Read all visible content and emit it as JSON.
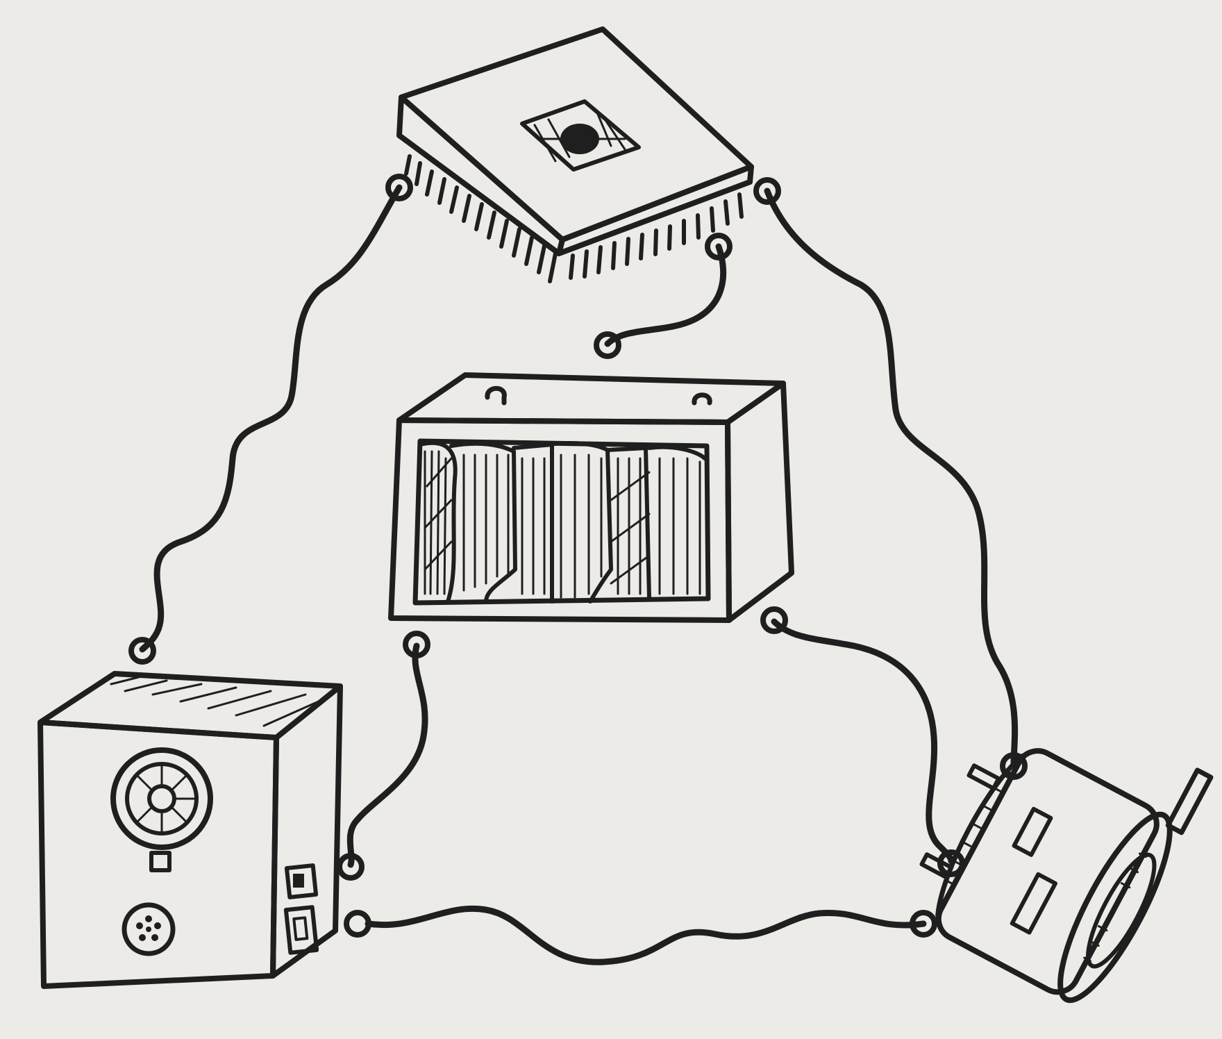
{
  "scene": {
    "kind": "hand-drawn pen sketch",
    "colors": {
      "paper": "#ecebe7",
      "ink": "#1f1f1f"
    },
    "objects": [
      {
        "name": "microchip",
        "icon": "ic-chip-icon"
      },
      {
        "name": "capacitor-box",
        "icon": "capacitor-icon"
      },
      {
        "name": "speaker-box",
        "icon": "speaker-icon"
      },
      {
        "name": "dc-motor",
        "icon": "motor-icon"
      }
    ],
    "connections": [
      {
        "from": "microchip",
        "to": "speaker-box"
      },
      {
        "from": "microchip",
        "to": "capacitor-box"
      },
      {
        "from": "microchip",
        "to": "dc-motor"
      },
      {
        "from": "capacitor-box",
        "to": "speaker-box"
      },
      {
        "from": "capacitor-box",
        "to": "dc-motor"
      },
      {
        "from": "speaker-box",
        "to": "dc-motor"
      }
    ]
  }
}
